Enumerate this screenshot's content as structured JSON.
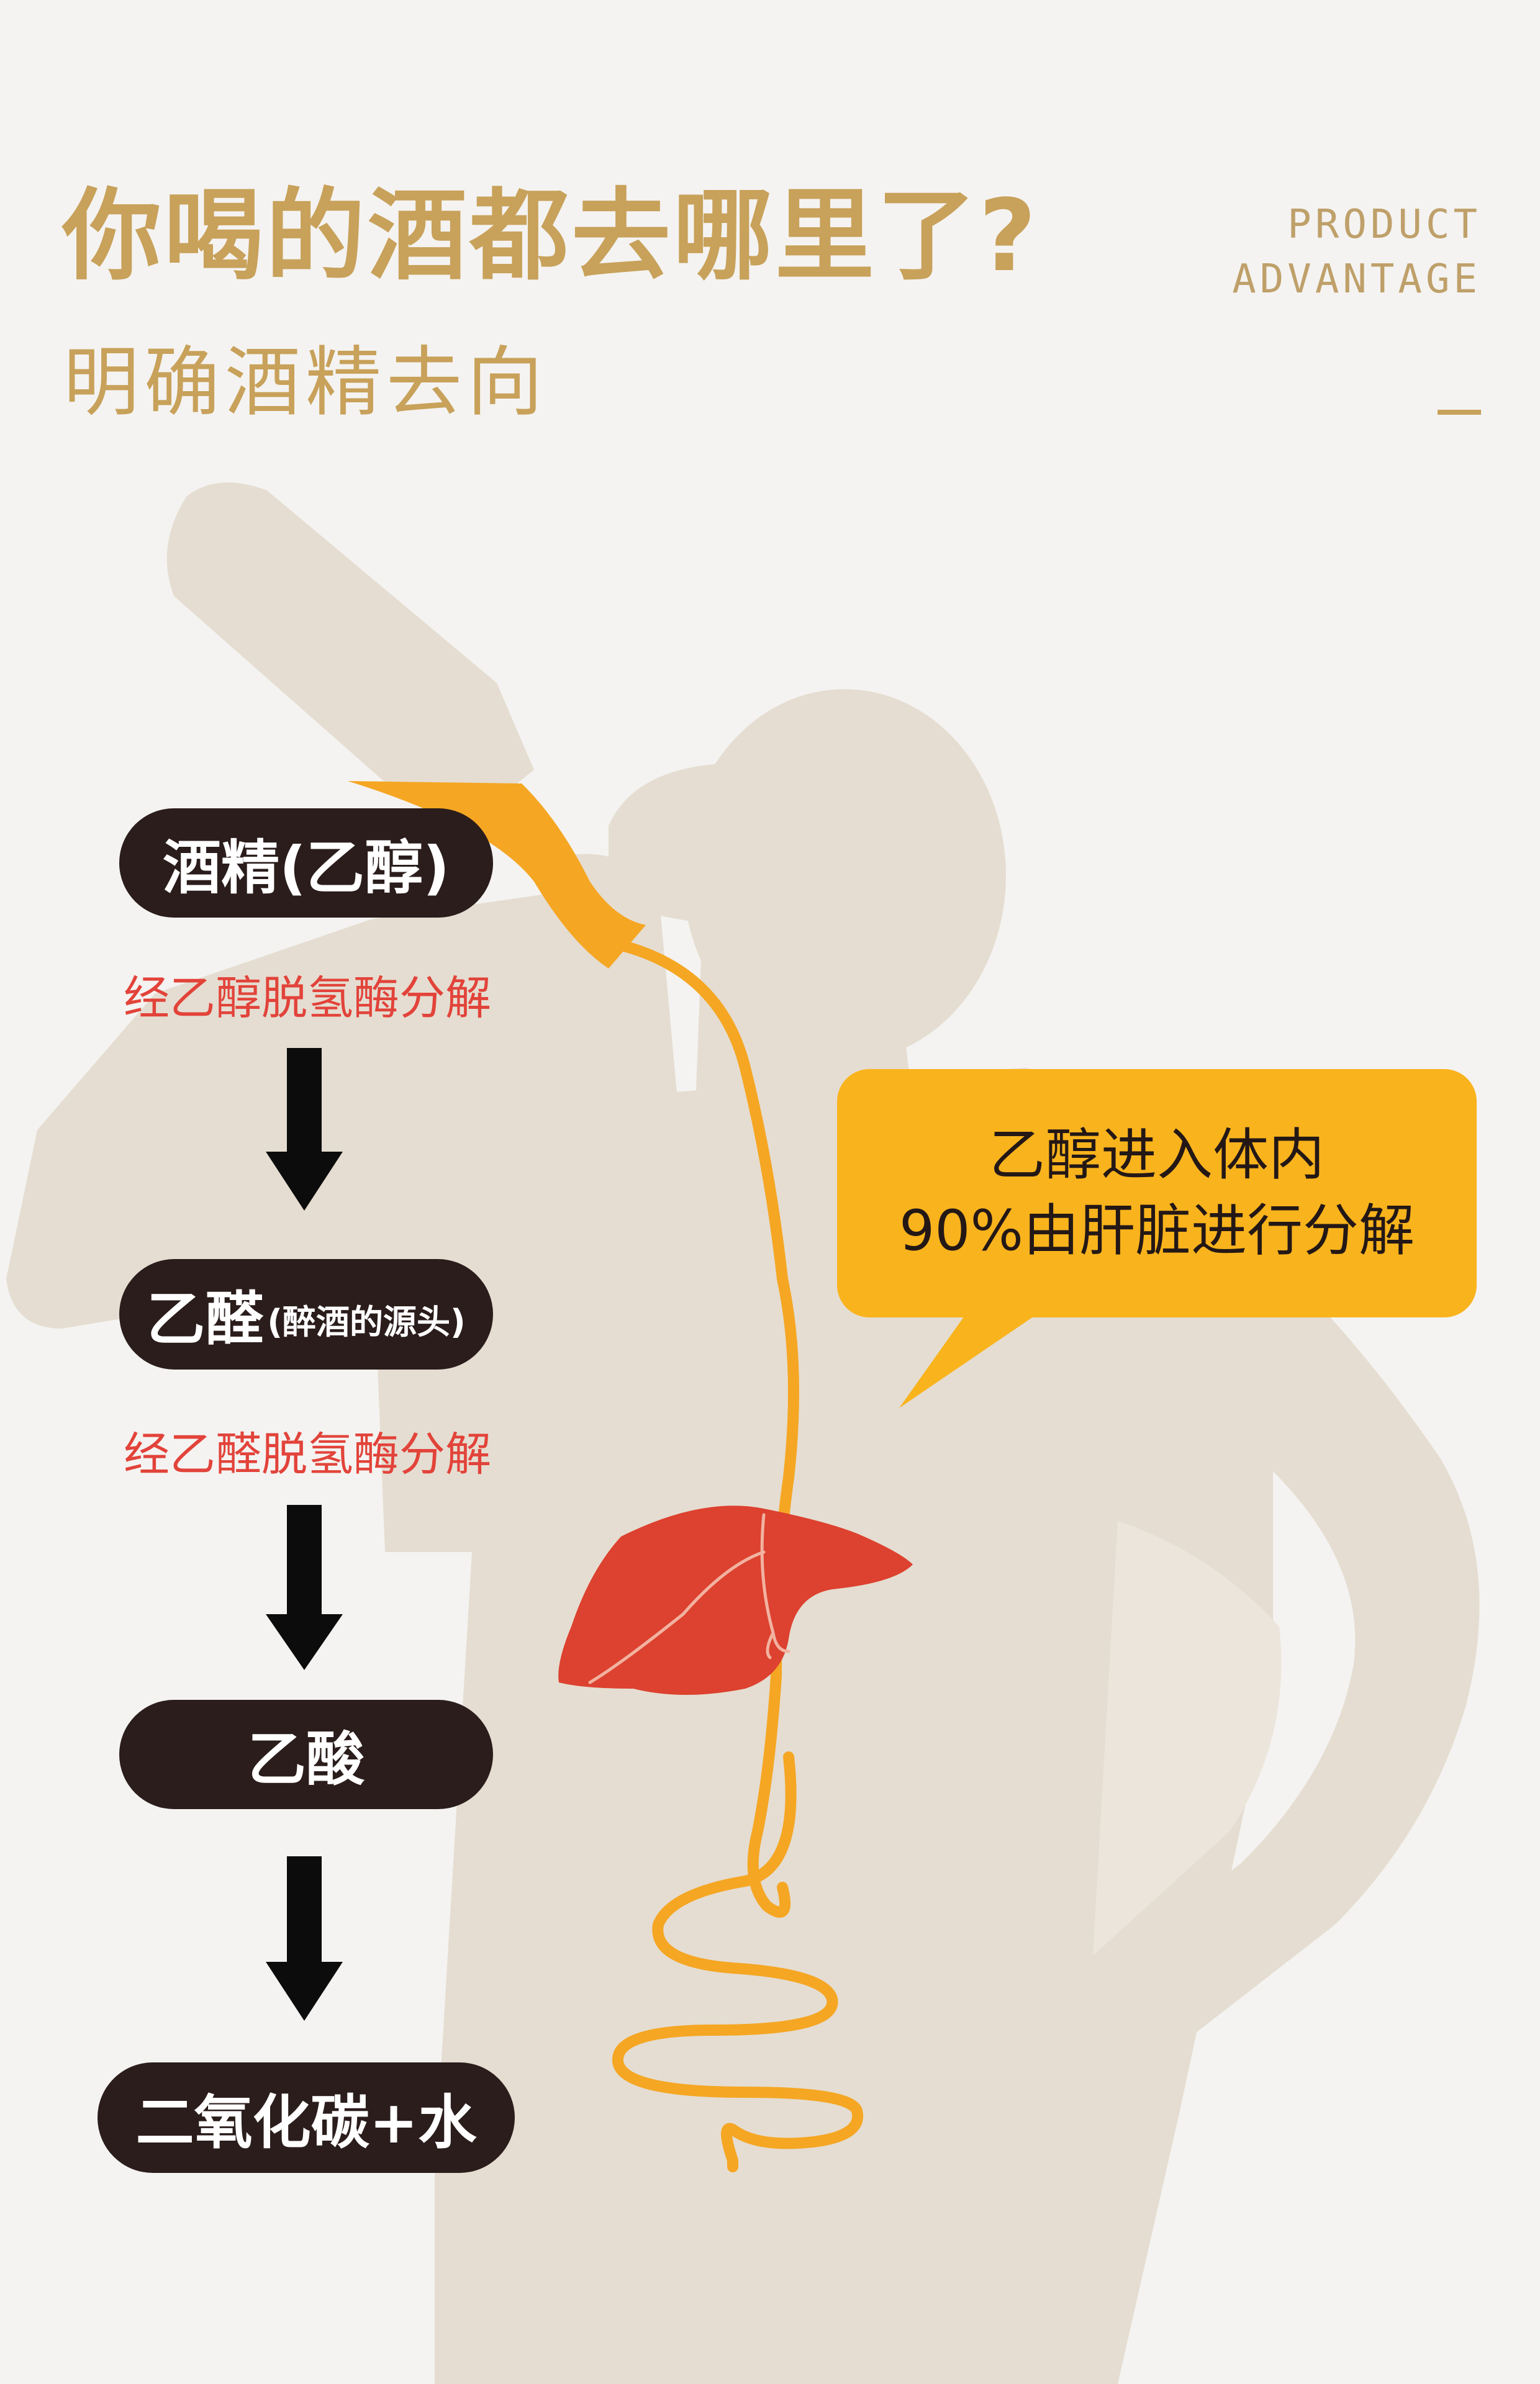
{
  "header": {
    "title": "你喝的酒都去哪里了?",
    "subtitle": "明确酒精去向",
    "tag_line1": "PRODUCT",
    "tag_line2": "ADVANTAGE"
  },
  "flow": {
    "step1": "酒精(乙醇)",
    "enzyme1": "经乙醇脱氢酶分解",
    "step2_main": "乙醛",
    "step2_note": "(醉酒的源头)",
    "enzyme2": "经乙醛脱氢酶分解",
    "step3": "乙酸",
    "step4": "二氧化碳+水"
  },
  "callout": {
    "line1": "乙醇进入体内",
    "line2": "90%由肝脏进行分解"
  },
  "colors": {
    "background": "#f4f3f1",
    "gold": "#c8a15a",
    "silhouette": "#e5ddd1",
    "pill": "#2a1d1b",
    "enzyme_text": "#e2433a",
    "stream": "#f5a623",
    "callout": "#f9b31c",
    "liver": "#dd412f"
  },
  "icons": {
    "arrow": "arrow-down-icon",
    "organ": "liver-icon"
  }
}
